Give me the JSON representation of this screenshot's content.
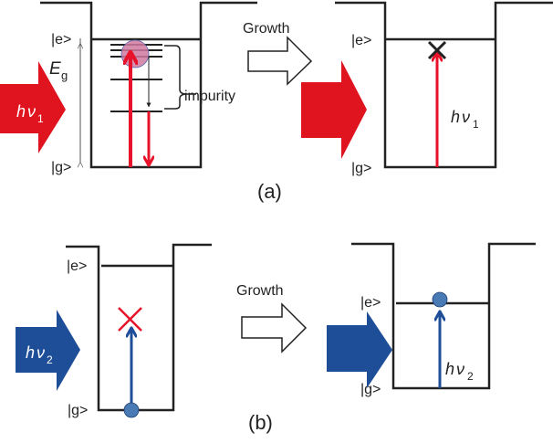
{
  "panels": {
    "a": {
      "label": "(a)",
      "growth_label": "Growth",
      "impurity_label": "impurity",
      "energy_gap_label": "E",
      "energy_gap_sub": "g",
      "photon_h": "h",
      "photon_nu": "ν",
      "photon_sub": "1",
      "excited_label": "|e>",
      "ground_label": "|g>",
      "colors": {
        "photon": "#e0141e",
        "transition": "#e8132a",
        "electron": "#d07aa0"
      }
    },
    "b": {
      "label": "(b)",
      "growth_label": "Growth",
      "photon_h": "h",
      "photon_nu": "ν",
      "photon_sub": "2",
      "excited_label": "|e>",
      "ground_label": "|g>",
      "colors": {
        "photon": "#1f4e99",
        "transition": "#1f4e99",
        "electron": "#4a7ab3",
        "blocked": "#e8132a"
      }
    }
  }
}
